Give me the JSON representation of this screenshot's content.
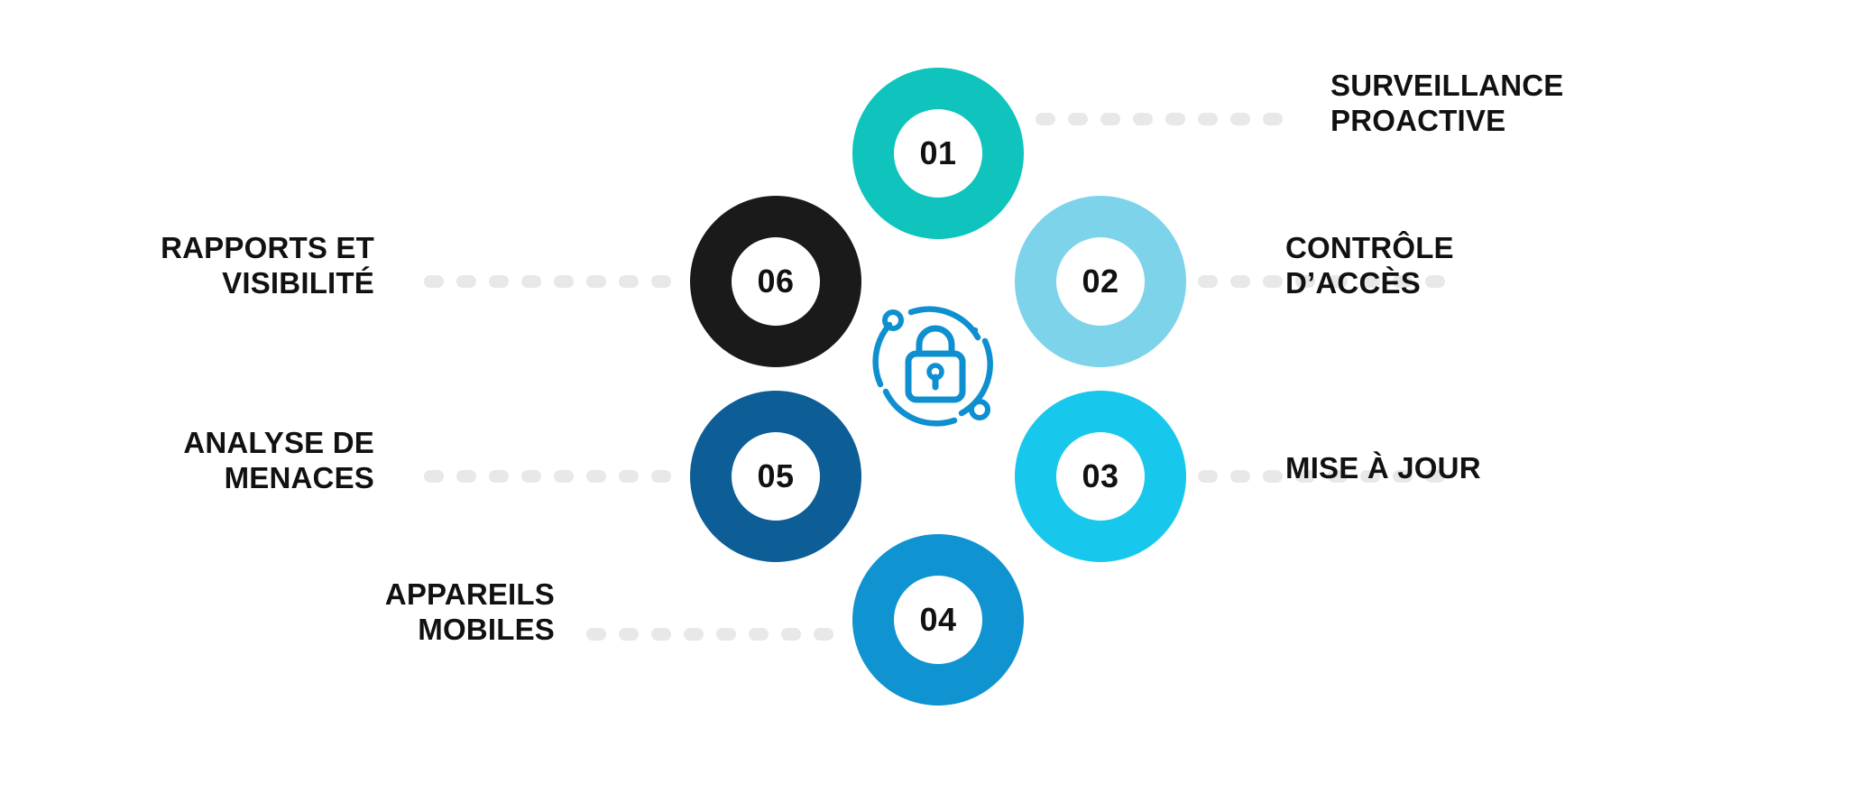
{
  "diagram": {
    "type": "circular-hub-and-spoke",
    "center_icon": "secure-lock-network-icon",
    "accent_color": "#0e8fd0",
    "connector_color": "#e8e8e8",
    "background": "#ffffff",
    "nodes": [
      {
        "number": "01",
        "label": "SURVEILLANCE\nPROACTIVE",
        "color": "#0ec4bd",
        "position": "top-center",
        "label_side": "right"
      },
      {
        "number": "02",
        "label": "CONTRÔLE\nD’ACCÈS",
        "color": "#7dd3ea",
        "position": "right-upper",
        "label_side": "right"
      },
      {
        "number": "03",
        "label": "MISE À JOUR",
        "color": "#18c8ec",
        "position": "right-lower",
        "label_side": "right"
      },
      {
        "number": "04",
        "label": "APPAREILS\nMOBILES",
        "color": "#1093d1",
        "position": "bottom-center",
        "label_side": "left"
      },
      {
        "number": "05",
        "label": "ANALYSE DE\nMENACES",
        "color": "#0d5d96",
        "position": "left-lower",
        "label_side": "left"
      },
      {
        "number": "06",
        "label": "RAPPORTS ET\nVISIBILITÉ",
        "color": "#1a1a1a",
        "position": "left-upper",
        "label_side": "left"
      }
    ]
  }
}
